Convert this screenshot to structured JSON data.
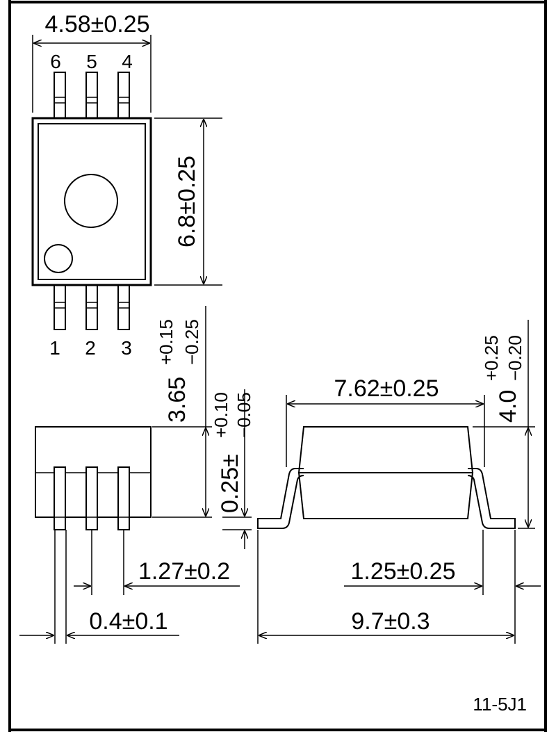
{
  "drawing": {
    "dimensions": {
      "top_width": "4.58±0.25",
      "top_length": "6.8±0.25",
      "body_height": "3.65",
      "body_height_tol_plus": "+0.15",
      "body_height_tol_minus": "−0.25",
      "standoff": "0.25±",
      "standoff_tol_plus": "+0.10",
      "standoff_tol_minus": "−0.05",
      "row_spacing": "7.62±0.25",
      "overall_height": "4.0",
      "overall_height_tol_plus": "+0.25",
      "overall_height_tol_minus": "−0.20",
      "pitch": "1.27±0.2",
      "lead_width": "0.4±0.1",
      "lead_length": "1.25±0.25",
      "overall_width": "9.7±0.3"
    },
    "pins_top": [
      "6",
      "5",
      "4"
    ],
    "pins_bottom": [
      "1",
      "2",
      "3"
    ],
    "reference_code": "11-5J1"
  },
  "colors": {
    "line": "#000000",
    "background": "#ffffff"
  }
}
